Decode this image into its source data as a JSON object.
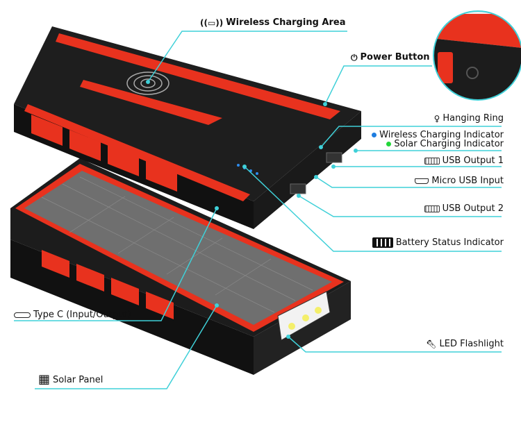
{
  "colors": {
    "callout_line": "#3fd0d8",
    "body": "#1c1c1c",
    "accent": "#e8321e",
    "wireless_indicator": "#1e7de0",
    "solar_indicator": "#22d63a"
  },
  "labels": {
    "wireless_area": {
      "text": "Wireless Charging Area",
      "icon": "wireless-charging-icon"
    },
    "power_button": {
      "text": "Power Button",
      "icon": "power-icon"
    },
    "hanging_ring": {
      "text": "Hanging Ring",
      "icon": "carabiner-icon"
    },
    "wireless_indicator": {
      "text": "Wireless Charging Indicator",
      "icon": "blue-dot-icon"
    },
    "solar_indicator": {
      "text": "Solar Charging Indicator",
      "icon": "green-dot-icon"
    },
    "usb_output_1": {
      "text": "USB Output 1",
      "icon": "usb-a-icon"
    },
    "micro_usb": {
      "text": "Micro USB Input",
      "icon": "micro-usb-icon"
    },
    "usb_output_2": {
      "text": "USB Output 2",
      "icon": "usb-a-icon"
    },
    "battery_status": {
      "text": "Battery Status Indicator",
      "icon": "battery-icon"
    },
    "type_c": {
      "text": "Type C (Input/Output)",
      "icon": "usb-c-icon"
    },
    "led": {
      "text": "LED Flashlight",
      "icon": "flashlight-icon"
    },
    "solar_panel": {
      "text": "Solar Panel",
      "icon": "solar-panel-icon"
    }
  }
}
